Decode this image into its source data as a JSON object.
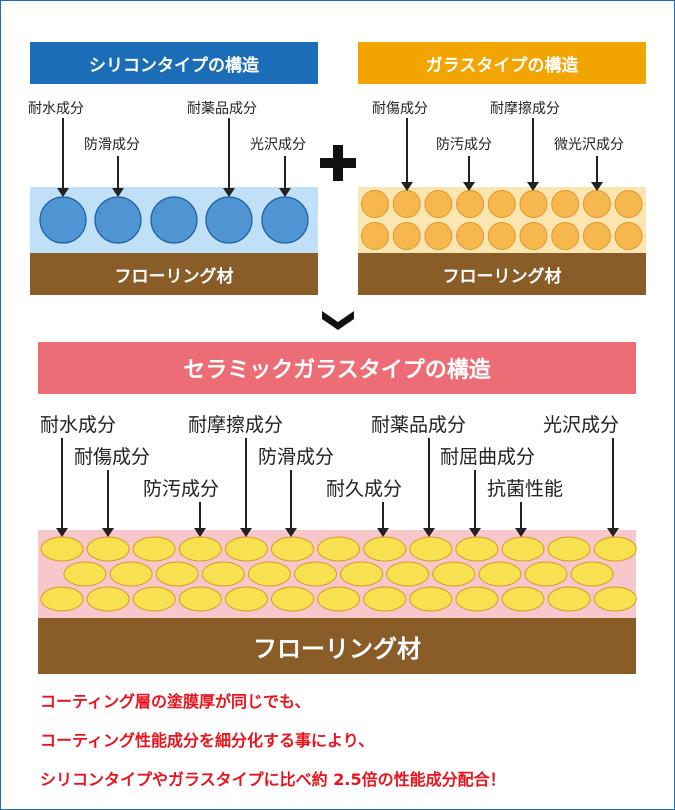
{
  "silicone": {
    "title": "シリコンタイプの構造",
    "labels": [
      "耐水成分",
      "防滑成分",
      "耐薬品成分",
      "光沢成分"
    ],
    "floor": "フローリング材",
    "colors": {
      "title_bg": "#1b6db8",
      "layer_bg": "#bfe0f7",
      "particle": "#4f94d3"
    }
  },
  "plus_symbol": "+",
  "glass": {
    "title": "ガラスタイプの構造",
    "labels": [
      "耐傷成分",
      "耐摩擦成分",
      "防汚成分",
      "微光沢成分"
    ],
    "floor": "フローリング材",
    "colors": {
      "title_bg": "#f2a400",
      "layer_bg": "#fbe5b1",
      "particle": "#f6b84e"
    }
  },
  "ceramic": {
    "title": "セラミックガラスタイプの構造",
    "labels": [
      "耐水成分",
      "耐傷成分",
      "防汚成分",
      "耐摩擦成分",
      "防滑成分",
      "耐久成分",
      "耐薬品成分",
      "耐屈曲成分",
      "抗菌性能",
      "光沢成分"
    ],
    "floor": "フローリング材",
    "colors": {
      "title_bg": "#ec6d76",
      "layer_bg": "#f8c7cb",
      "particle": "#f7e151"
    }
  },
  "notes": [
    "コーティング層の塗膜厚が同じでも、",
    "コーティング性能成分を細分化する事により、",
    "シリコンタイプやガラスタイプに比べ約 2.5倍の性能成分配合！"
  ],
  "colors": {
    "floor": "#8a5c27",
    "arrow": "#222222",
    "note_text": "#e8131d",
    "frame": "#1b6db8"
  }
}
